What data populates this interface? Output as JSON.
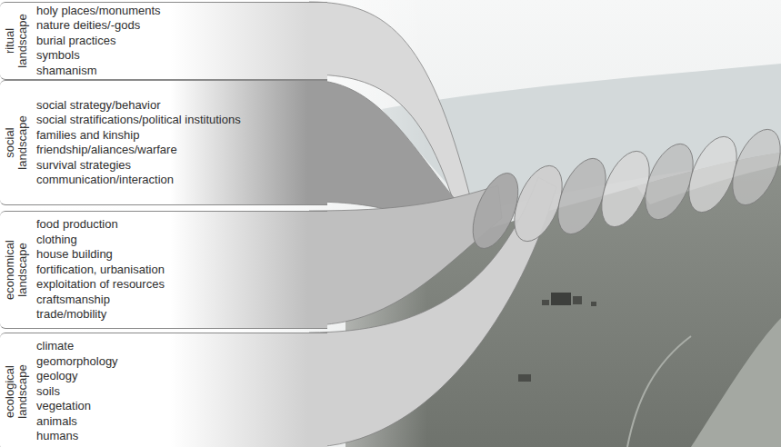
{
  "diagram": {
    "nodes": [
      {
        "text": [
          "ritual landscape",
          "holy places/monuments",
          "nature deities/-gods",
          "burial practices",
          "symbols",
          "shamanism"
        ]
      },
      {
        "text": [
          "social landscape",
          "social strategy/behavior",
          "social stratifications/political institutions",
          "families and kinship",
          "friendship/aliances/warfare",
          "survival strategies",
          "communication/interaction"
        ]
      },
      {
        "text": [
          "economical landscape",
          "food production",
          "clothing",
          "house building",
          "fortification, urbanisation",
          "exploitation of resources",
          "craftsmanship",
          "trade/mobility"
        ]
      },
      {
        "text": [
          "ecological landscape",
          "climate",
          "geomorphology",
          "geology",
          "soils",
          "vegetation",
          "animals",
          "humans"
        ]
      }
    ],
    "edges": []
  }
}
